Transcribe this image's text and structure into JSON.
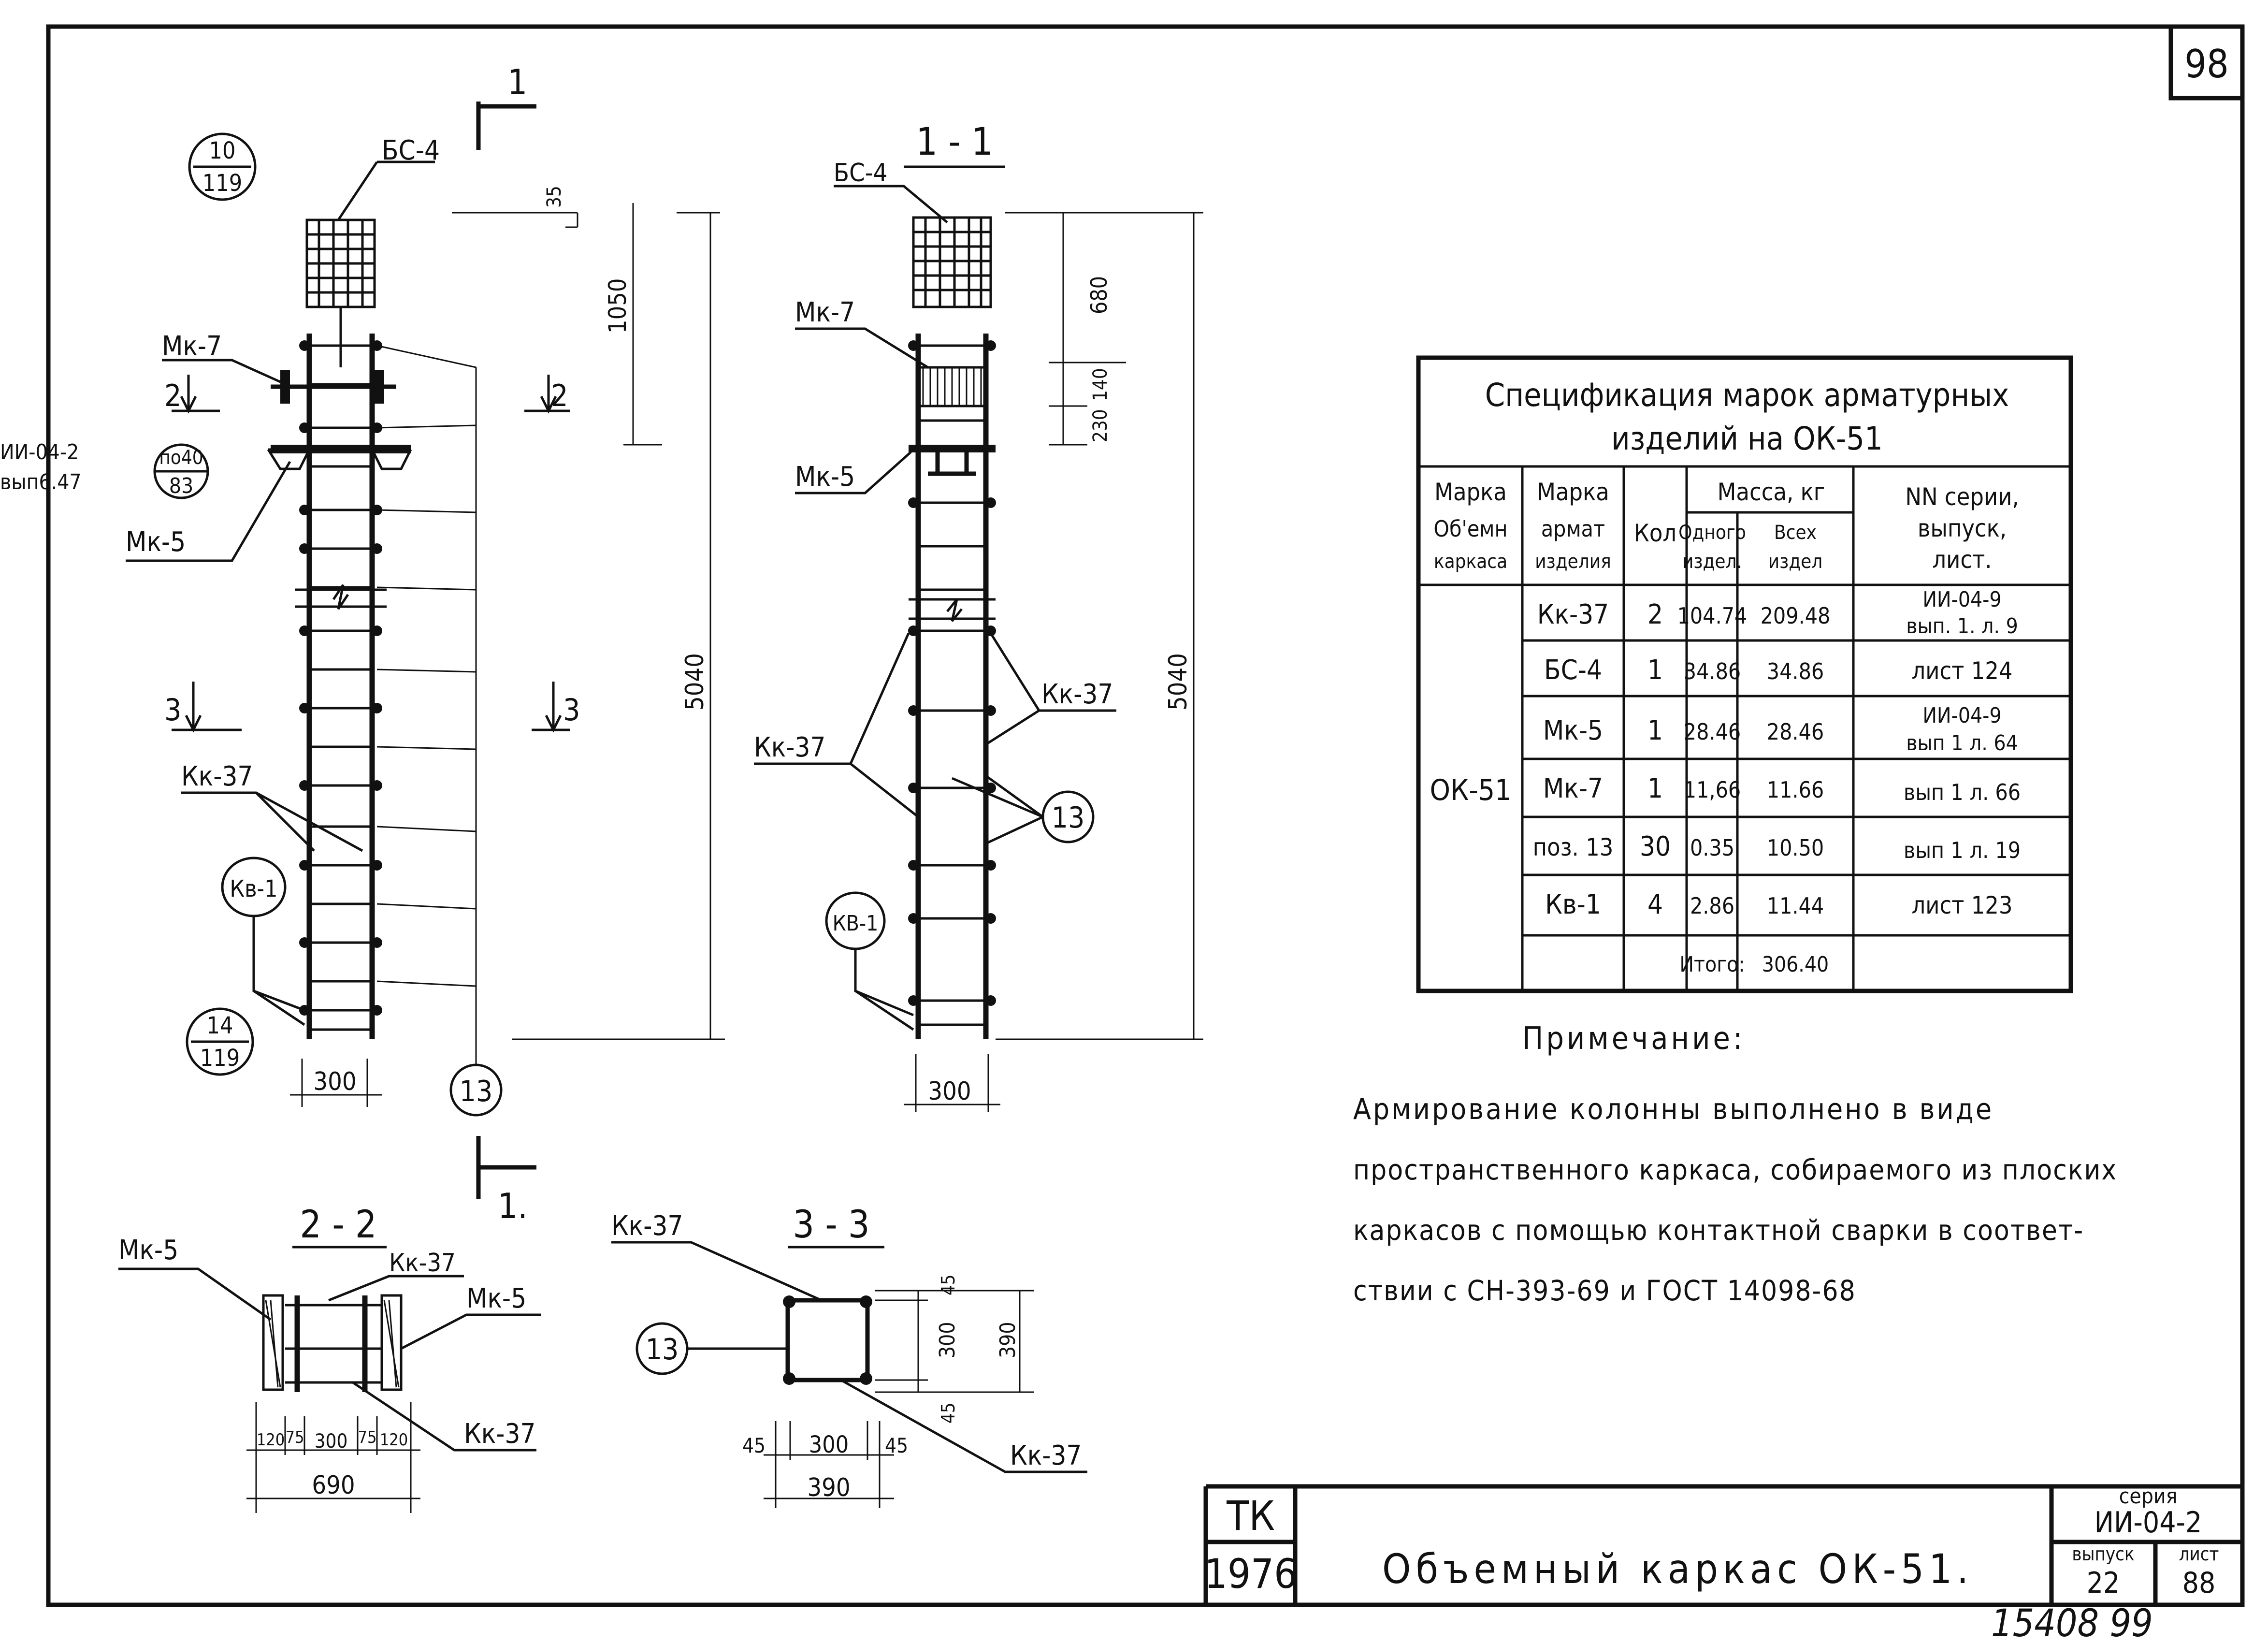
{
  "sheet": {
    "page_number": "98",
    "stamp_bottom_right": "15408  99"
  },
  "elevation_left": {
    "section_mark": "1",
    "section_mark_bottom": "1.",
    "callout_top": {
      "num": "10",
      "den": "119"
    },
    "callout_bottom": {
      "num": "14",
      "den": "119"
    },
    "labels": {
      "bs4": "БС-4",
      "mk7": "Мк-7",
      "mk5": "Мк-5",
      "kk37": "Кк-37",
      "kv1": "Кв-1",
      "ref_series": "ИИ-04-2",
      "ref_sheet": "вып6.47",
      "ref_num": "по40",
      "ref_den": "83",
      "cut2": "2",
      "cut3": "3",
      "pos13": "13"
    },
    "dims": {
      "d35": "35",
      "d1050": "1050",
      "d5040": "5040",
      "d300": "300"
    }
  },
  "section_1_1": {
    "title": "1 - 1",
    "labels": {
      "bs4": "БС-4",
      "mk7": "Мк-7",
      "mk5": "Мк-5",
      "kk37": "Кк-37",
      "kk37_right": "Кк-37",
      "kv1": "КВ-1",
      "pos13": "13"
    },
    "dims": {
      "d680": "680",
      "d140": "140",
      "d230": "230",
      "d5040": "5040",
      "d300": "300"
    }
  },
  "section_2_2": {
    "title": "2 - 2",
    "labels": {
      "mk5_left": "Мк-5",
      "mk5_right": "Мк-5",
      "kk37_top": "Кк-37",
      "kk37_bottom": "Кк-37"
    },
    "dims": {
      "d120a": "120",
      "d75a": "75",
      "d300": "300",
      "d75b": "75",
      "d120b": "120",
      "d690": "690"
    }
  },
  "section_3_3": {
    "title": "3 - 3",
    "labels": {
      "kk37_top": "Кк-37",
      "kk37_bottom": "Кк-37",
      "pos13": "13"
    },
    "dims": {
      "d45t": "45",
      "d300v": "300",
      "d45b": "45",
      "d390v": "390",
      "d45l": "45",
      "d300h": "300",
      "d45r": "45",
      "d390h": "390"
    }
  },
  "spec_table": {
    "title_line1": "Спецификация марок арматурных",
    "title_line2": "изделий на ОК-51",
    "headers": {
      "mark_frame": [
        "Марка",
        "Об'емн",
        "каркаса"
      ],
      "mark_item": [
        "Марка",
        "армат",
        "изделия"
      ],
      "qty": "Кол",
      "mass": "Масса, кг",
      "mass_one": [
        "Одного",
        "издел."
      ],
      "mass_all": [
        "Всех",
        "издел"
      ],
      "series": [
        "NN серии,",
        "выпуск,",
        "лист."
      ]
    },
    "frame_mark": "ОК-51",
    "rows": [
      {
        "item": "Кк-37",
        "qty": "2",
        "one": "104.74",
        "all": "209.48",
        "ref": [
          "ИИ-04-9",
          "вып. 1. л. 9"
        ]
      },
      {
        "item": "БС-4",
        "qty": "1",
        "one": "34.86",
        "all": "34.86",
        "ref": [
          "лист 124"
        ]
      },
      {
        "item": "Мк-5",
        "qty": "1",
        "one": "28.46",
        "all": "28.46",
        "ref": [
          "ИИ-04-9",
          "вып 1 л. 64"
        ]
      },
      {
        "item": "Мк-7",
        "qty": "1",
        "one": "11,66",
        "all": "11.66",
        "ref": [
          "вып 1 л. 66"
        ]
      },
      {
        "item": "поз. 13",
        "qty": "30",
        "one": "0.35",
        "all": "10.50",
        "ref": [
          "вып 1 л. 19"
        ]
      },
      {
        "item": "Кв-1",
        "qty": "4",
        "one": "2.86",
        "all": "11.44",
        "ref": [
          "лист 123"
        ]
      }
    ],
    "total_label": "Итого:",
    "total_value": "306.40"
  },
  "note": {
    "title": "Примечание:",
    "lines": [
      "Армирование колонны выполнено в виде",
      "пространственного каркаса, собираемого из плоских",
      "каркасов с помощью контактной сварки в соответ-",
      "ствии с СН-393-69 и ГОСТ 14098-68"
    ]
  },
  "title_block": {
    "org": "ТК",
    "year": "1976",
    "drawing_title": "Объемный каркас ОК-51.",
    "series_label": "серия",
    "series_value": "ИИ-04-2",
    "issue_label": "выпуск",
    "issue_value": "22",
    "sheet_label": "лист",
    "sheet_value": "88"
  }
}
